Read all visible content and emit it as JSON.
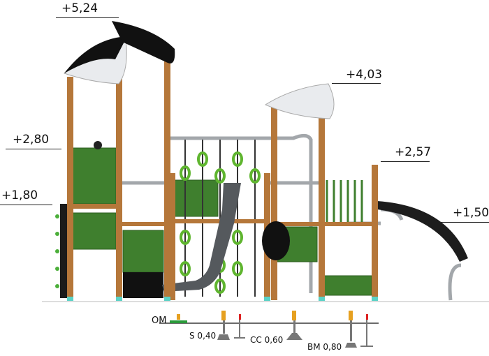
{
  "heights": {
    "h524": "+5,24",
    "h403": "+4,03",
    "h280": "+2,80",
    "h257": "+2,57",
    "h180": "+1,80",
    "h150": "+1,50"
  },
  "foundations": {
    "om": "OM",
    "s": "S 0,40",
    "cc": "CC 0,60",
    "bm": "BM 0,80"
  },
  "colors": {
    "wood": "#b5773a",
    "panel": "#3f7f2e",
    "roof": "#111111",
    "steel": "#9a9ea3",
    "slide": "#55595d"
  }
}
